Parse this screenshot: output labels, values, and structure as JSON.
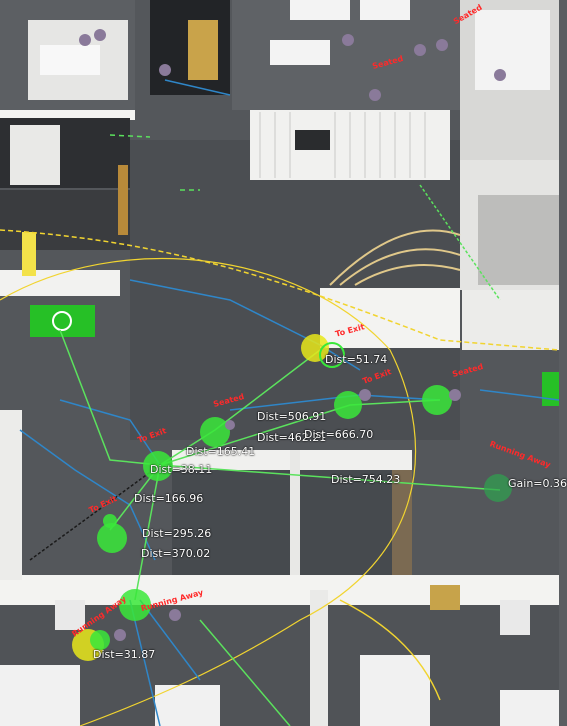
{
  "scene": {
    "view": "top-down-office-simulation",
    "colors": {
      "floor": "#4f5256",
      "wall": "#f1f1ef",
      "wall_shadow": "#c9c9c7",
      "desk": "#ececec",
      "agent_circle": "#39e83a",
      "agent_circle_yellow": "#e8e81a",
      "path_blue": "#2f86c8",
      "path_green": "#5be25d",
      "path_yellow": "#f1d430",
      "label_red": "#ff2a2a",
      "exit_sign": "#26c026",
      "yellow_marker": "#f3e24a"
    }
  },
  "distance_labels": [
    {
      "id": "dist-51-74",
      "text": "Dist=51.74"
    },
    {
      "id": "dist-506-91",
      "text": "Dist=506.91"
    },
    {
      "id": "dist-462-21",
      "text": "Dist=462.21"
    },
    {
      "id": "dist-666-70",
      "text": "Dist=666.70"
    },
    {
      "id": "dist-165-41",
      "text": "Dist=165.41"
    },
    {
      "id": "dist-38-11",
      "text": "Dist=38.11"
    },
    {
      "id": "dist-754-23",
      "text": "Dist=754.23"
    },
    {
      "id": "dist-166-96",
      "text": "Dist=166.96"
    },
    {
      "id": "dist-295-26",
      "text": "Dist=295.26"
    },
    {
      "id": "dist-370-02",
      "text": "Dist=370.02"
    },
    {
      "id": "dist-31-87",
      "text": "Dist=31.87"
    },
    {
      "id": "gain",
      "text": "Gain=0.36"
    }
  ],
  "state_labels": [
    {
      "id": "tag-1",
      "text": "To Exit"
    },
    {
      "id": "tag-2",
      "text": "To Exit"
    },
    {
      "id": "tag-3",
      "text": "Seated"
    },
    {
      "id": "tag-4",
      "text": "To Exit"
    },
    {
      "id": "tag-5",
      "text": "Seated"
    },
    {
      "id": "tag-6",
      "text": "Running Away"
    },
    {
      "id": "tag-7",
      "text": "To Exit"
    },
    {
      "id": "tag-8",
      "text": "Running Away"
    },
    {
      "id": "tag-9",
      "text": "Running Away"
    },
    {
      "id": "tag-10",
      "text": "Seated"
    },
    {
      "id": "tag-11",
      "text": "Seated"
    }
  ]
}
